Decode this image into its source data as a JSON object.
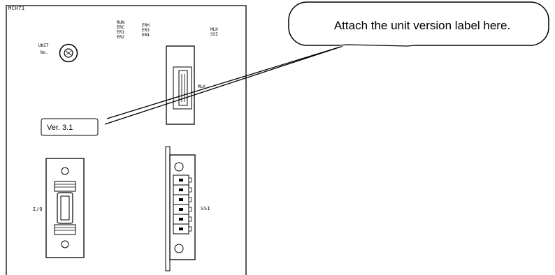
{
  "unit": {
    "model": "MCH71",
    "unit_label": "UNIT",
    "no_label": "No.",
    "io_label": "I/O",
    "ssi_label": "SSI",
    "mlk_label": "MLK",
    "ssi_top_label": "SSI",
    "mlk_partial": "MLK",
    "leds_left": [
      "RUN",
      "ERC",
      "ER1",
      "ER2"
    ],
    "leds_right": [
      "ERH",
      "ER3",
      "ER4"
    ]
  },
  "version_label": "Ver. 3.1",
  "callout": {
    "text": "Attach the unit version label here."
  }
}
